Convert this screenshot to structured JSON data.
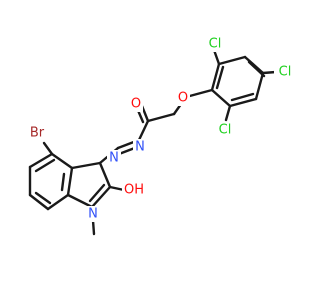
{
  "molecule": {
    "colors": {
      "bond": "#1a1a1a",
      "oxygen": "#ff0d0d",
      "nitrogen": "#3050f8",
      "chlorine": "#1fd01f",
      "bromine": "#a62929",
      "background": "#ffffff"
    },
    "atom_labels": {
      "cl_top": "Cl",
      "cl_right": "Cl",
      "cl_bottom": "Cl",
      "ether_o": "O",
      "carbonyl_o": "O",
      "hydrazone_n1": "N",
      "hydrazone_n2": "N",
      "br": "Br",
      "oh": "OH",
      "ring_n": "N"
    }
  }
}
